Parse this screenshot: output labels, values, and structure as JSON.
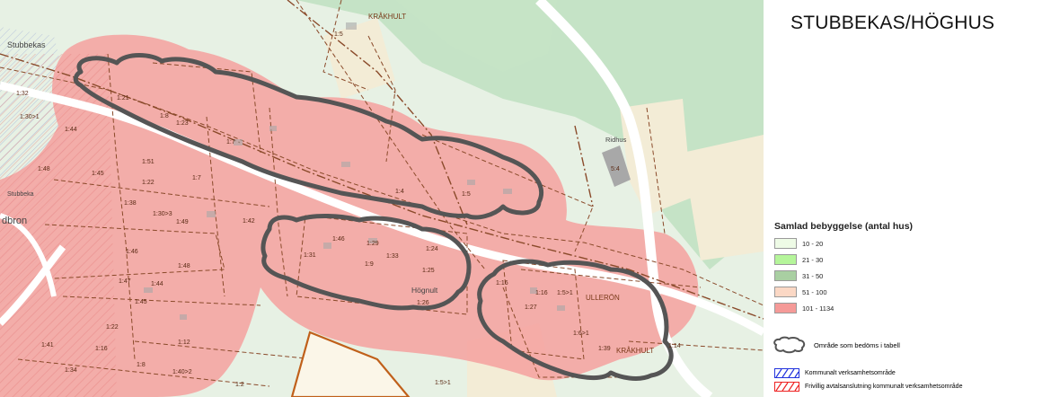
{
  "title": "STUBBEKAS/HÖGHUS",
  "legend": {
    "title": "Samlad bebyggelse (antal hus)",
    "classes": [
      {
        "label": "10 - 20",
        "color": "#eefbe6"
      },
      {
        "label": "21 - 30",
        "color": "#b5f59a"
      },
      {
        "label": "31 - 50",
        "color": "#a9cfa2"
      },
      {
        "label": "51 - 100",
        "color": "#fbd8c5"
      },
      {
        "label": "101 - 1134",
        "color": "#f59a98"
      }
    ],
    "cloud_label": "Område som bedöms i tabell",
    "municipal_label": "Kommunalt verksamhetsområde",
    "voluntary_label": "Frivillig avtalsanslutning kommunalt verksamhetsområde",
    "municipal_color": "#2233dd",
    "voluntary_color": "#ee2222"
  },
  "map": {
    "colors": {
      "base": "#e7f1e4",
      "forest": "#c5e3c6",
      "field": "#f3ecd6",
      "settlement": "#f5a3a0",
      "road": "#ffffff",
      "cloud": "#555555",
      "property_line": "#8a4a2a",
      "building": "#a8a8a8",
      "water": "#dbe8f3"
    },
    "place_names": [
      "Stubbekas",
      "KRÅKHULT",
      "Högnult",
      "ULLERÖN",
      "KRÅKHULT",
      "dbron",
      "Ridhus",
      "Stubbeka"
    ],
    "parcel_labels": [
      "1:32",
      "1:30>1",
      "1:44",
      "1:48",
      "1:45",
      "1:51",
      "1:21",
      "1:8",
      "1:23",
      "1:7",
      "1:4",
      "1:5",
      "1:38",
      "1:30>3",
      "1:49",
      "1:42",
      "1:46",
      "1:48",
      "1:47",
      "1:44",
      "1:45",
      "1:31",
      "1:46",
      "1:29",
      "1:9",
      "1:33",
      "1:24",
      "1:25",
      "1:26",
      "1:16",
      "1:16",
      "1:5>1",
      "1:27",
      "1:6>1",
      "1:39",
      "1:14",
      "1:41",
      "1:16",
      "1:22",
      "1:12",
      "1:34",
      "1:8",
      "1:40>2",
      "1:2",
      "1:5>1",
      "5:4",
      "1:5",
      "1:7",
      "1:22"
    ]
  }
}
